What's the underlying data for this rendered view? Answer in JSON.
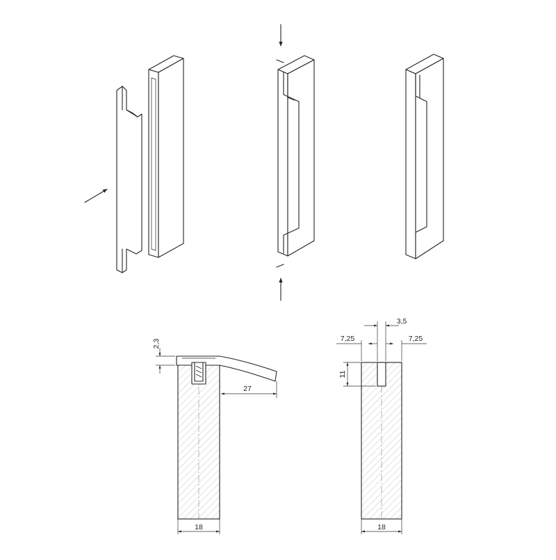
{
  "drawing": {
    "colors": {
      "line": "#222222",
      "hatch": "#9a9a9a",
      "background": "#ffffff"
    },
    "dimensions_side_section": {
      "lip_height": "2,3",
      "projection": "27",
      "width": "18"
    },
    "dimensions_groove_section": {
      "groove_width": "3,5",
      "left_offset": "7,25",
      "right_offset": "7,25",
      "groove_depth": "11",
      "width": "18"
    }
  }
}
